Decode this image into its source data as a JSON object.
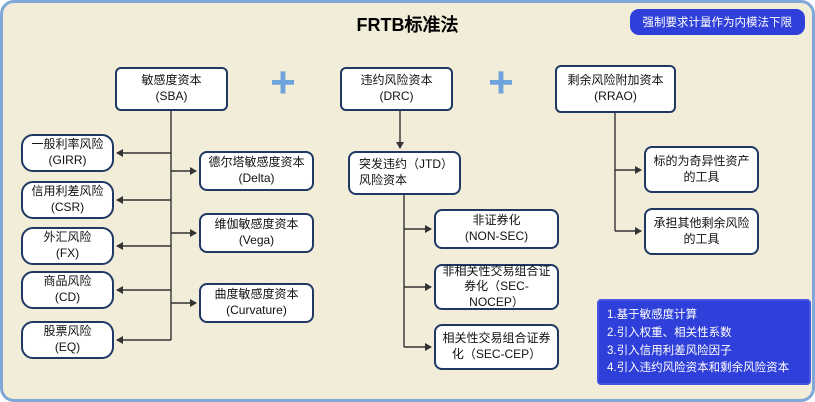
{
  "title": "FRTB标准法",
  "badge": "强制要求计量作为内模法下限",
  "plus": "+",
  "nodes": {
    "sba": "敏感度资本\n(SBA)",
    "drc": "违约风险资本\n(DRC)",
    "rrao": "剩余风险附加资本\n(RRAO)",
    "girr": "一般利率风险\n(GIRR)",
    "csr": "信用利差风险\n(CSR)",
    "fx": "外汇风险\n(FX)",
    "cd": "商品风险\n(CD)",
    "eq": "股票风险\n(EQ)",
    "delta": "德尔塔敏感度资本\n(Delta)",
    "vega": "维伽敏感度资本\n(Vega)",
    "curvature": "曲度敏感度资本\n(Curvature)",
    "jtd": "突发违约（JTD）\n风险资本",
    "nonsec": "非证券化\n(NON-SEC)",
    "secnocep": "非相关性交易组合证券化（SEC-NOCEP）",
    "seccep": "相关性交易组合证券化（SEC-CEP）",
    "exotic": "标的为奇异性资产的工具",
    "other": "承担其他剩余风险的工具"
  },
  "note": {
    "lines": [
      "1.基于敏感度计算",
      "2.引入权重、相关性系数",
      "3.引入信用利差风险因子",
      "4.引入违约风险资本和剩余风险资本"
    ]
  },
  "colors": {
    "background": "#F2EDD8",
    "frame_blue": "#7FA8D9",
    "box_border_navy": "#1F3864",
    "plus_blue": "#6FA3DC",
    "badge_bg": "#2F3FD9",
    "note_bg": "#2F3FD9",
    "text": "#111111"
  }
}
